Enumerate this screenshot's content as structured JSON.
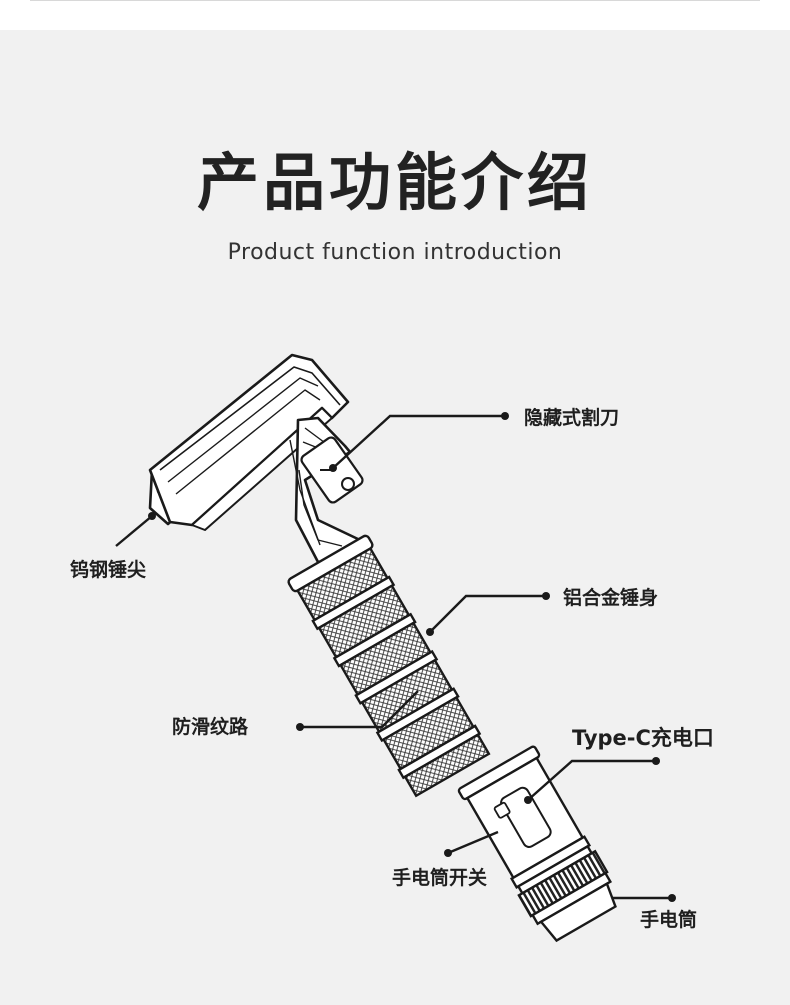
{
  "header": {
    "title": "产品功能介绍",
    "subtitle": "Product function introduction"
  },
  "labels": {
    "hidden_cutter": "隐藏式割刀",
    "tungsten_tip": "钨钢锤尖",
    "aluminum_body": "铝合金锤身",
    "anti_slip": "防滑纹路",
    "typec_port": "Type-C充电口",
    "flashlight_switch": "手电筒开关",
    "flashlight": "手电筒"
  }
}
